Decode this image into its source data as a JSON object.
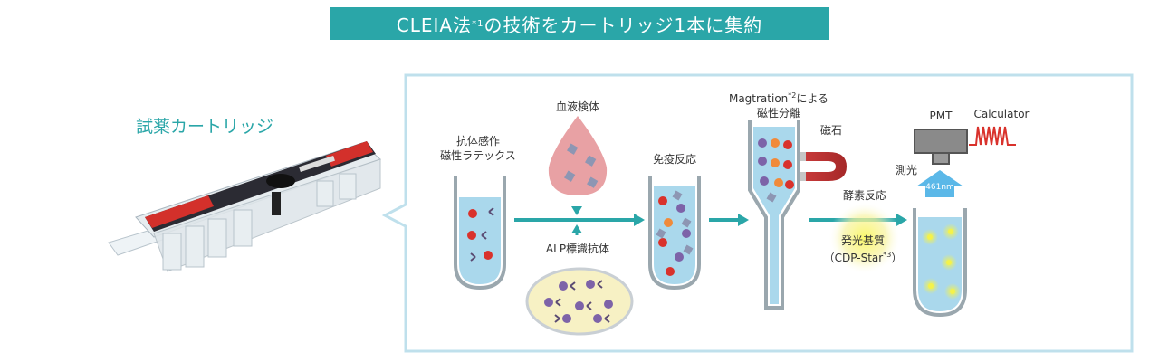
{
  "banner": {
    "prefix": "CLEIA法",
    "sup": "*1",
    "suffix": "の技術をカートリッジ1本に集約"
  },
  "cartridge": {
    "label": "試薬カートリッジ"
  },
  "steps": {
    "antibody_line1": "抗体感作",
    "antibody_line2": "磁性ラテックス",
    "blood": "血液検体",
    "alp": "ALP標識抗体",
    "immune": "免疫反応",
    "mag_line1": "Magtration",
    "mag_sup": "*2",
    "mag_line1b": "による",
    "mag_line2": "磁性分離",
    "magnet": "磁石",
    "enzyme": "酵素反応",
    "substrate_line1": "発光基質",
    "substrate_line2": "（CDP-Star",
    "substrate_sup": "*3",
    "substrate_close": "）",
    "pmt": "PMT",
    "calculator": "Calculator",
    "measure": "測光",
    "wavelength": "461nm"
  },
  "colors": {
    "teal": "#2aa6a8",
    "liquid": "#aad8ec",
    "red_particle": "#d9322c",
    "purple_particle": "#7d63a8",
    "orange_particle": "#f08a3a",
    "yellow_glow": "#f4f24a",
    "blood_drop": "#e8a1a4"
  }
}
